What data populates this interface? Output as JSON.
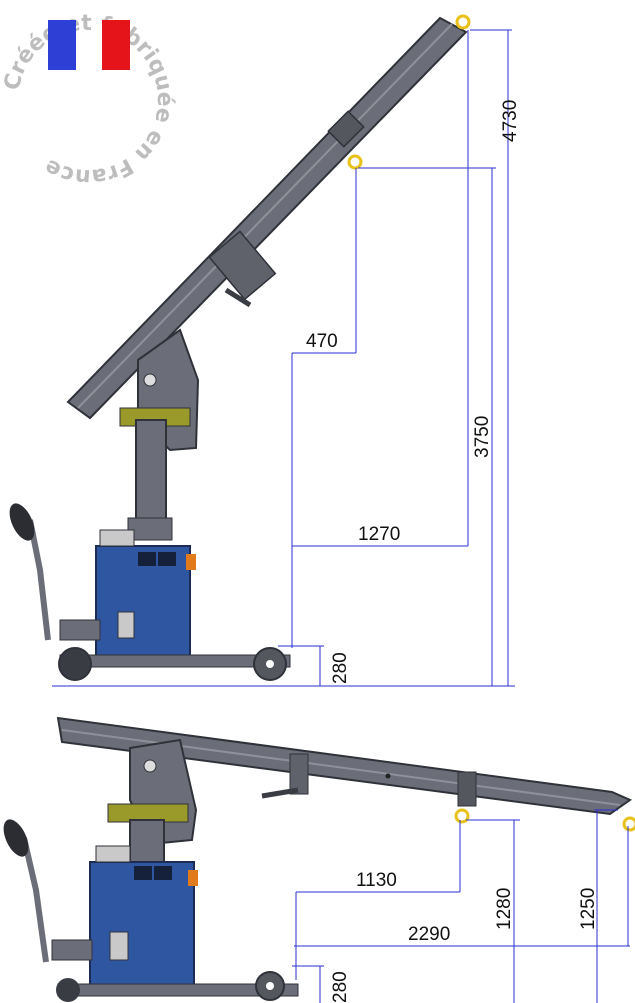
{
  "logo": {
    "text": "Créée et fabriquée en France",
    "flag_colors": [
      "#2e3fd6",
      "#ffffff",
      "#e5141b"
    ]
  },
  "colors": {
    "dimension_line": "#2a2fd0",
    "crane_gray": "#6b6e78",
    "crane_dark": "#3a3c44",
    "base_blue": "#2f56a0",
    "hook_yellow": "#e8c21a",
    "cable_olive": "#9a9a2a"
  },
  "dimensions": {
    "upper": {
      "d4730": "4730",
      "d3750": "3750",
      "d470": "470",
      "d1270": "1270",
      "d280": "280"
    },
    "lower": {
      "d1130": "1130",
      "d2290": "2290",
      "d1280": "1280",
      "d1250": "1250",
      "d280": "280"
    }
  }
}
